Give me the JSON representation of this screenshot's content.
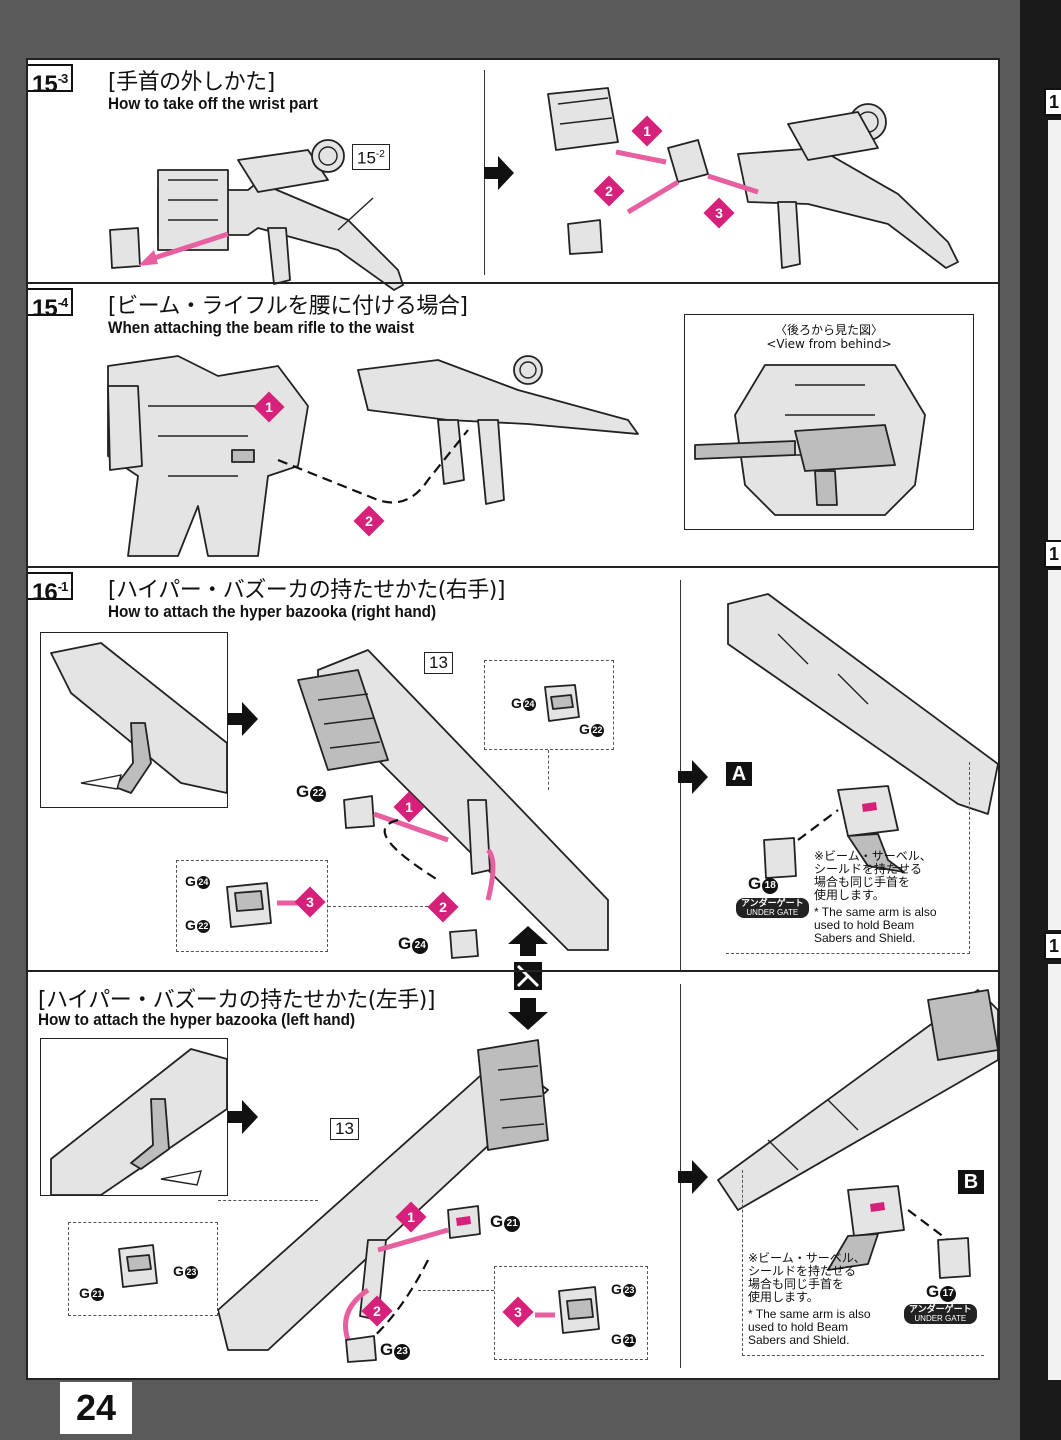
{
  "page_number": "24",
  "steps": {
    "s15_3": {
      "num": "15",
      "sub": "-3",
      "title_jp": "[手首の外しかた]",
      "title_en": "How to take off the wrist part",
      "ref": "15",
      "ref_sub": "-2"
    },
    "s15_4": {
      "num": "15",
      "sub": "-4",
      "title_jp": "[ビーム・ライフルを腰に付ける場合]",
      "title_en": "When attaching the beam rifle to the waist",
      "caption_jp": "〈後ろから見た図〉",
      "caption_en": "<View from behind>"
    },
    "s16_1": {
      "num": "16",
      "sub": "-1",
      "title_jp": "[ハイパー・バズーカの持たせかた(右手)]",
      "title_en": "How to attach the hyper bazooka (right hand)",
      "ref": "13"
    },
    "s16_left": {
      "title_jp": "[ハイパー・バズーカの持たせかた(左手)]",
      "title_en": "How to attach the hyper bazooka (left hand)",
      "ref": "13"
    }
  },
  "badges": [
    "1",
    "2",
    "3"
  ],
  "parts": {
    "g22": "G",
    "g24": "G",
    "g21": "G",
    "g23": "G",
    "g18": "G",
    "g17": "G",
    "n22": "22",
    "n24": "24",
    "n21": "21",
    "n23": "23",
    "n18": "18",
    "n17": "17"
  },
  "under_gate": {
    "jp": "アンダーゲート",
    "en": "UNDER GATE"
  },
  "letters": {
    "a": "A",
    "b": "B"
  },
  "note": {
    "jp_1": "※ビーム・サーベル、",
    "jp_2": "シールドを持たせる",
    "jp_3": "場合も同じ手首を",
    "jp_4": "使用します。",
    "en_1": "* The same arm is also",
    "en_2": "used to hold Beam",
    "en_3": "Sabers and Shield."
  },
  "right_peek": [
    "1",
    "1",
    "1"
  ],
  "colors": {
    "accent": "#d6217a",
    "accent_light": "#f39cc6",
    "frame": "#5a5a5a"
  }
}
